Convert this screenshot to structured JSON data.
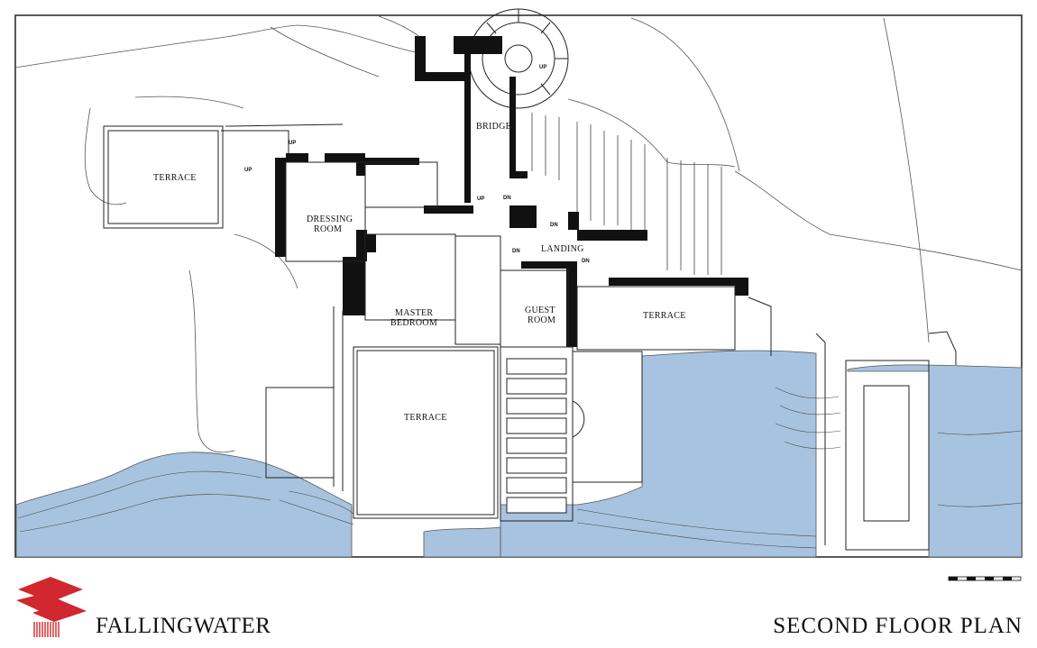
{
  "brand": "FALLINGWATER",
  "sheet_title": "SECOND FLOOR PLAN",
  "colors": {
    "water": "#a8c3df",
    "wall": "#111111",
    "line": "#333333",
    "logo_red": "#d1272e"
  },
  "rooms": {
    "bridge": "BRIDGE",
    "terrace_west": "TERRACE",
    "dressing_1": "DRESSING",
    "dressing_2": "ROOM",
    "master_1": "MASTER",
    "master_2": "BEDROOM",
    "landing": "LANDING",
    "guest_1": "GUEST",
    "guest_2": "ROOM",
    "terrace_east": "TERRACE",
    "terrace_south": "TERRACE"
  },
  "stair_marks": {
    "up_spiral": "UP",
    "up_west_1": "UP",
    "up_west_2": "UP",
    "up_center": "UP",
    "dn_1": "DN",
    "dn_2": "DN",
    "dn_3": "DN",
    "dn_4": "DN"
  },
  "icons": {
    "logo": "fallingwater-logo-icon",
    "scale": "scale-bar-icon"
  }
}
